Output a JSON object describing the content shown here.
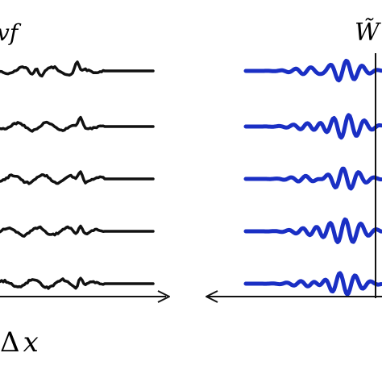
{
  "labels": {
    "top_left_fragment": "vf",
    "top_right_symbol": "W̃",
    "bottom_left_delta": "Δ",
    "bottom_left_var": "x"
  },
  "colors": {
    "left_traces": "#111111",
    "right_traces": "#1a2fc4",
    "axes": "#111111",
    "vertical_line": "#111111"
  },
  "left_traces_count": 5,
  "right_traces_count": 5
}
